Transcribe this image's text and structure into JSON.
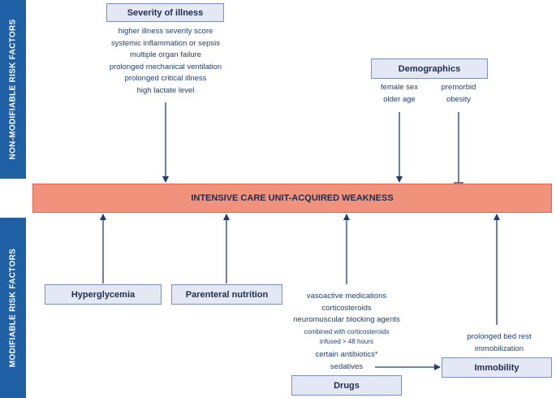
{
  "sidebars": {
    "non_modifiable": "NON-MODIFIABLE RISK FACTORS",
    "modifiable": "MODIFIABLE RISK FACTORS"
  },
  "main": {
    "title": "INTENSIVE CARE UNIT-ACQUIRED WEAKNESS"
  },
  "severity": {
    "title": "Severity of illness",
    "items": [
      "higher illness severity score",
      "systemic inflammation or sepsis",
      "multiple organ failure",
      "prolonged mechanical ventilation",
      "prolonged critical illness",
      "high lactate level"
    ]
  },
  "demographics": {
    "title": "Demographics",
    "left_items": [
      "female sex",
      "older age"
    ],
    "right_items": [
      "premorbid",
      "obesity"
    ]
  },
  "hyperglycemia": {
    "title": "Hyperglycemia"
  },
  "parenteral": {
    "title": "Parenteral nutrition"
  },
  "drugs": {
    "title": "Drugs",
    "items": [
      "vasoactive medications",
      "corticosteroids",
      "neuromuscular blocking agents"
    ],
    "sub_items": [
      "combined with corticosteroids",
      "infused > 48 hours"
    ],
    "items2": [
      "certain antibiotics*",
      "sedatives"
    ]
  },
  "immobility": {
    "title": "Immobility",
    "items": [
      "prolonged bed rest",
      "immobilization"
    ]
  }
}
